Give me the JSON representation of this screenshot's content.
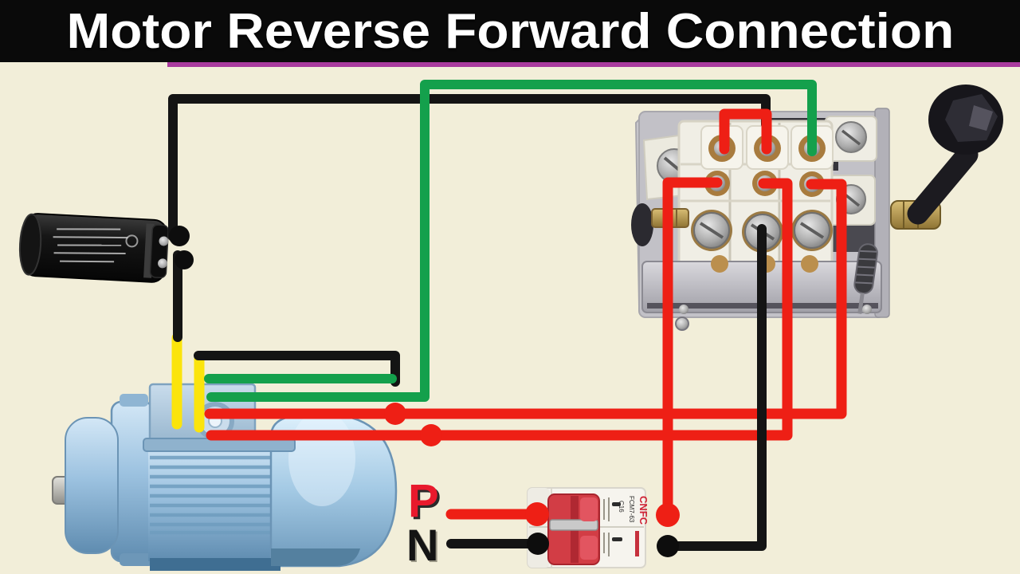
{
  "title": "Motor Reverse Forward Connection",
  "supply_labels": {
    "phase": "P",
    "neutral": "N"
  },
  "breaker": {
    "brand": "CNFC",
    "model": "FCM7-63",
    "rating": "C16"
  },
  "components": {
    "capacitor": "motor-start-capacitor",
    "motor": "single-phase-induction-motor",
    "switch": "reverse-forward-changeover-switch",
    "breaker": "double-pole-mcb"
  },
  "wire_colors": {
    "red": "#ee1f15",
    "black": "#141414",
    "green": "#14a04c",
    "yellow": "#fbe40c"
  },
  "theme": {
    "background": "#f2eed9",
    "title_bg": "#0a0a0a",
    "title_text": "#ffffff",
    "accent_line": "#a93a9e",
    "label_p_color": "#e8192c",
    "label_n_color": "#141414",
    "motor_blue": "#9fc4e2",
    "mcb_red": "#d23d45"
  }
}
